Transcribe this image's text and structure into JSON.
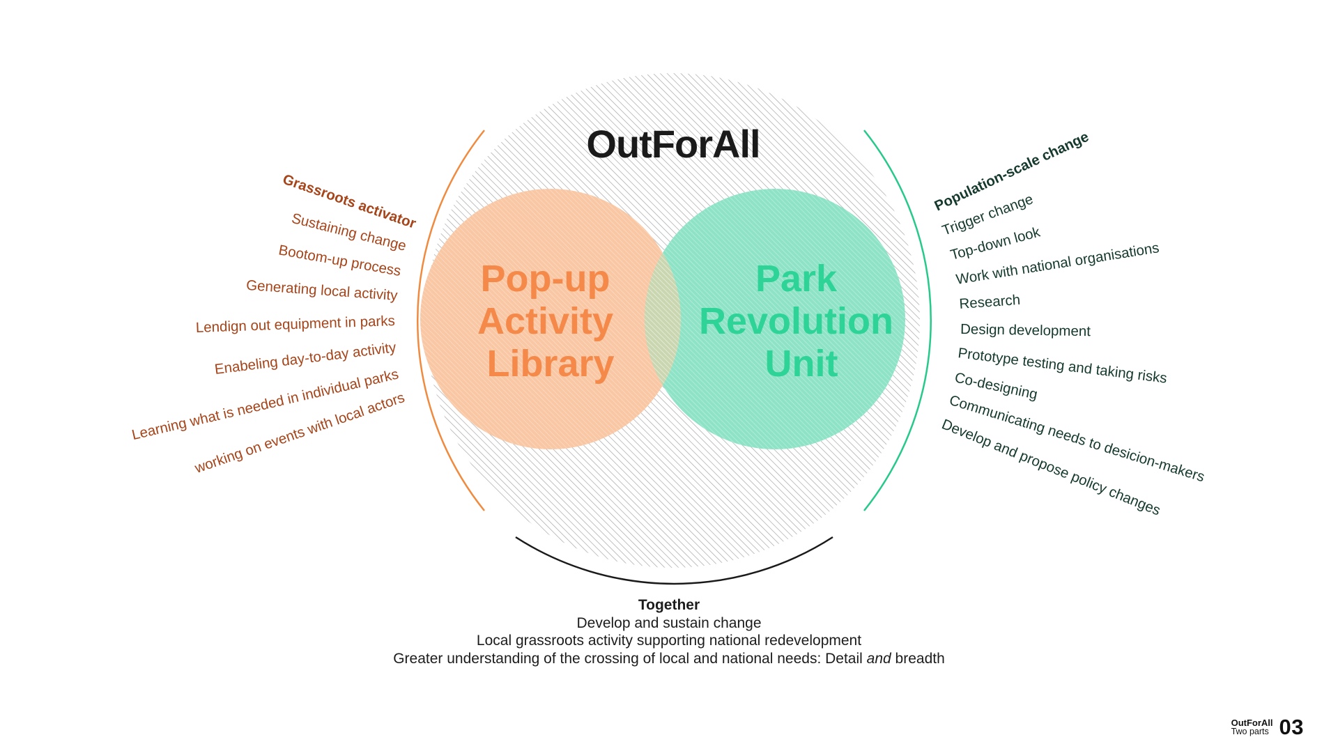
{
  "diagram": {
    "title": "OutForAll",
    "left_circle": {
      "lines": [
        "Pop-up",
        "Activity",
        "Library"
      ],
      "color": "#f5894a",
      "fill_color": "#f9c7a4"
    },
    "right_circle": {
      "lines": [
        "Park",
        "Revolution",
        "Unit"
      ],
      "color": "#2ed397",
      "fill_color": "#8ee3c6"
    },
    "overlap_color": "#c9d6b0",
    "hatch_color": "#a8a8a8",
    "left_arc_color": "#f08a3e",
    "right_arc_color": "#26c98a",
    "bottom_arc_color": "#1a1a1a"
  },
  "left_side": {
    "heading": "Grassroots activator",
    "color": "#a6441a",
    "items": [
      "Sustaining change",
      "Bootom-up process",
      "Generating local activity",
      "Lendign out equipment in parks",
      "Enabeling day-to-day activity",
      "Learning what is needed in individual parks",
      "working on events with local actors"
    ]
  },
  "right_side": {
    "heading": "Population-scale change",
    "color": "#15392d",
    "items": [
      "Trigger change",
      "Top-down look",
      "Work with national organisations",
      "Research",
      "Design development",
      "Prototype testing and taking risks",
      "Co-designing",
      "Communicating needs to desicion-makers",
      "Develop and propose policy changes"
    ]
  },
  "together": {
    "heading": "Together",
    "lines": [
      "Develop and sustain change",
      "Local grassroots activity supporting national redevelopment"
    ],
    "last_line_prefix": "Greater understanding of the crossing of local and national needs: Detail ",
    "last_line_italic": "and",
    "last_line_suffix": " breadth"
  },
  "footer": {
    "title": "OutForAll",
    "subtitle": "Two parts",
    "page": "03"
  }
}
